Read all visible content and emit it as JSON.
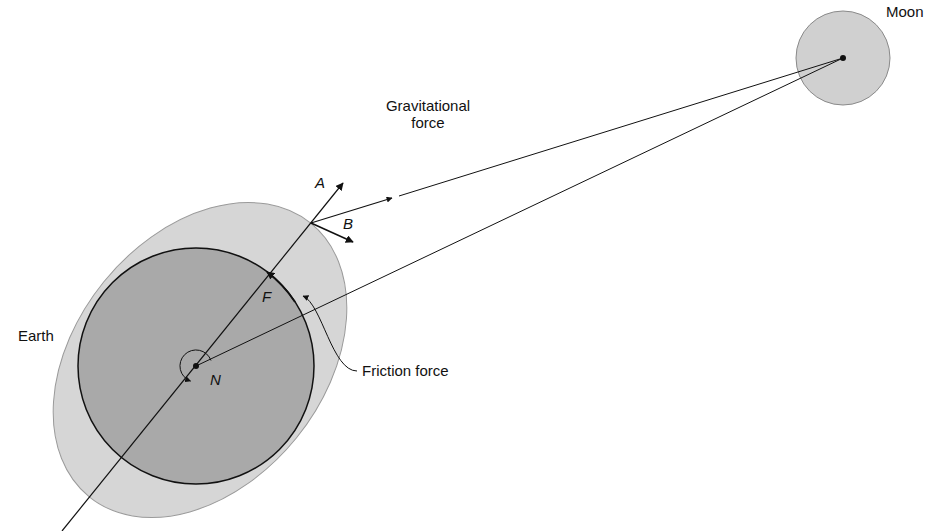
{
  "diagram": {
    "labels": [
      "Moon",
      "Gravitational force",
      "A",
      "B",
      "F",
      "Friction force",
      "Earth",
      "N"
    ]
  }
}
